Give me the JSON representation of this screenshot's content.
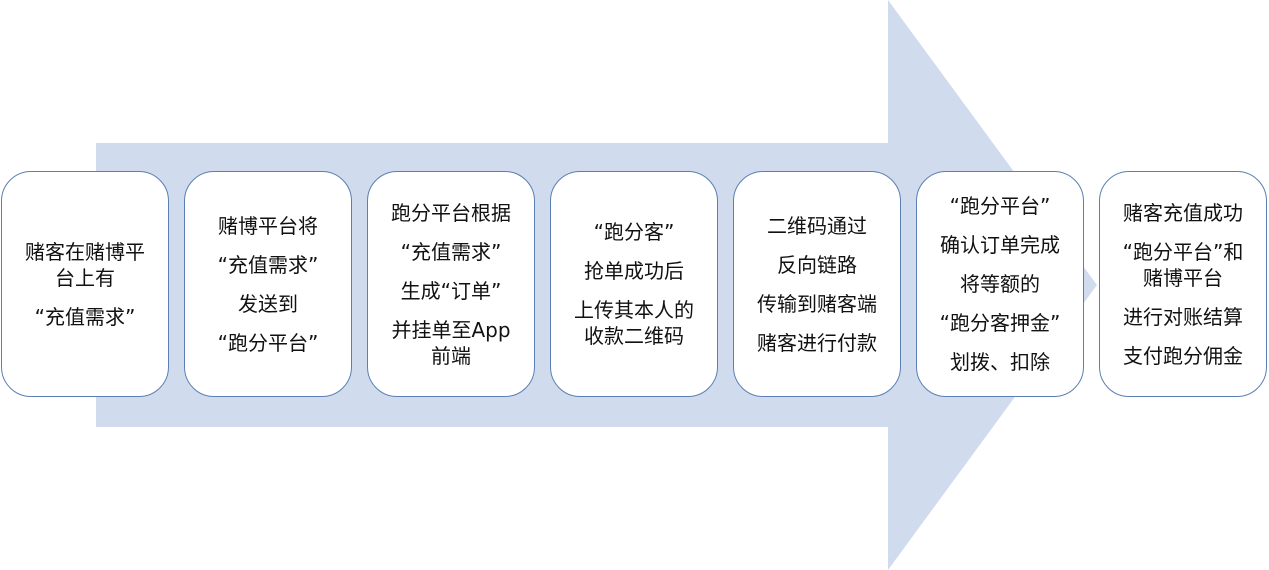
{
  "diagram": {
    "type": "process-flow-arrow",
    "arrow_color": "#d0dcee",
    "box_border_color": "#5b7fb3",
    "steps": [
      {
        "lines": [
          "赌客在赌博平",
          "台上有",
          "“充值需求”"
        ],
        "gaps": [
          false,
          false,
          true
        ]
      },
      {
        "lines": [
          "赌博平台将",
          "“充值需求”",
          "发送到",
          "“跑分平台”"
        ],
        "gaps": [
          false,
          true,
          true,
          true
        ]
      },
      {
        "lines": [
          "跑分平台根据",
          "“充值需求”",
          "生成“订单”",
          "并挂单至App",
          "前端"
        ],
        "gaps": [
          false,
          true,
          true,
          true,
          false
        ]
      },
      {
        "lines": [
          "“跑分客”",
          "抢单成功后",
          "上传其本人的",
          "收款二维码"
        ],
        "gaps": [
          false,
          true,
          true,
          false
        ]
      },
      {
        "lines": [
          "二维码通过",
          "反向链路",
          "传输到赌客端",
          "赌客进行付款"
        ],
        "gaps": [
          false,
          true,
          true,
          true
        ]
      },
      {
        "lines": [
          "“跑分平台”",
          "确认订单完成",
          "将等额的",
          "“跑分客押金”",
          "划拨、扣除"
        ],
        "gaps": [
          false,
          true,
          true,
          true,
          true
        ]
      },
      {
        "lines": [
          "赌客充值成功",
          "“跑分平台”和",
          "赌博平台",
          "进行对账结算",
          "支付跑分佣金"
        ],
        "gaps": [
          false,
          true,
          false,
          true,
          true
        ]
      }
    ]
  }
}
